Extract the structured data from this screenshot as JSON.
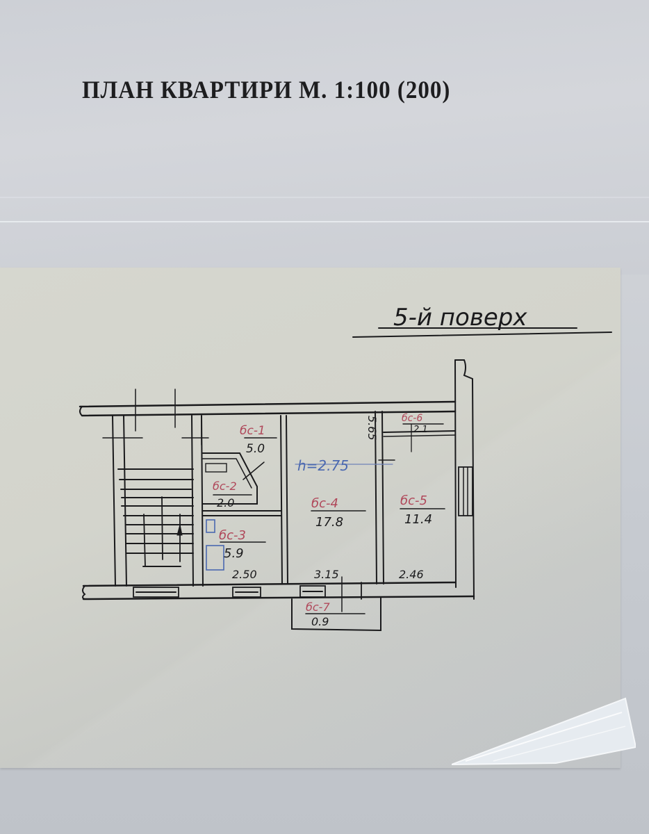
{
  "document": {
    "title": "ПЛАН КВАРТИРИ М. 1:100 (200)",
    "floor_label": "5-й поверх",
    "ceiling_height": "h=2.75",
    "dimension_vertical": "5.65",
    "rooms": [
      {
        "id": "1",
        "tag": "бс-1",
        "area": "5.0"
      },
      {
        "id": "2",
        "tag": "бс-2",
        "area": "2.0"
      },
      {
        "id": "3",
        "tag": "бс-3",
        "area": "5.9"
      },
      {
        "id": "4",
        "tag": "бс-4",
        "area": "17.8"
      },
      {
        "id": "5",
        "tag": "бс-5",
        "area": "11.4"
      },
      {
        "id": "6",
        "tag": "бс-6",
        "area": "2.1"
      },
      {
        "id": "7",
        "tag": "бс-7",
        "area": "0.9"
      }
    ],
    "widths": [
      "2.50",
      "3.15",
      "2.46"
    ]
  },
  "colors": {
    "ink": "#1a1a1c",
    "red_ink": "#b0485a",
    "blue_ink": "#4a68b0",
    "tracing_paper": "#d5d6ce",
    "background_paper": "#cdd0d6"
  }
}
